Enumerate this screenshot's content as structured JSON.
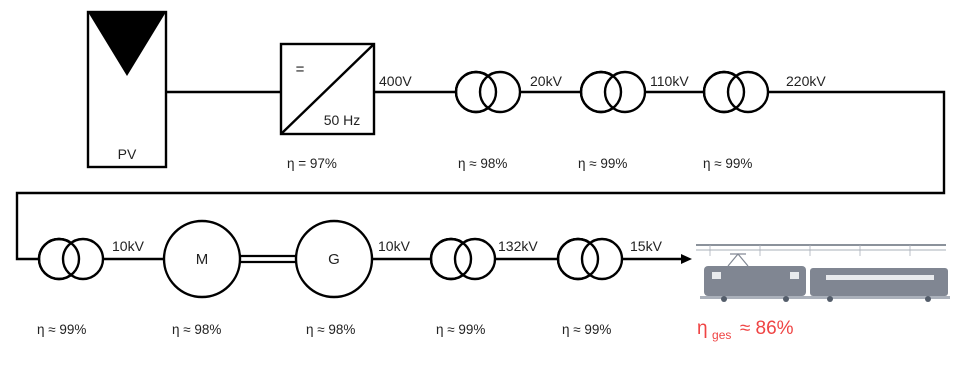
{
  "pv": {
    "label": "PV"
  },
  "inverter": {
    "dc_symbol": "=",
    "frequency": "50 Hz"
  },
  "row1": {
    "voltages": [
      "400V",
      "20kV",
      "110kV",
      "220kV"
    ],
    "efficiencies": [
      "η = 97%",
      "η ≈ 98%",
      "η ≈ 99%",
      "η ≈ 99%"
    ]
  },
  "motor": {
    "label": "M"
  },
  "generator": {
    "label": "G"
  },
  "row2": {
    "voltages": [
      "10kV",
      "10kV",
      "132kV",
      "15kV"
    ],
    "efficiencies": [
      "η ≈ 99%",
      "η ≈ 98%",
      "η ≈ 98%",
      "η ≈ 99%",
      "η ≈ 99%"
    ]
  },
  "total": {
    "symbol": "η",
    "subscript": "ges",
    "value": "≈ 86%",
    "color": "#ef4444"
  },
  "colors": {
    "line": "#000000",
    "text": "#222222",
    "train": "#6b7280"
  }
}
